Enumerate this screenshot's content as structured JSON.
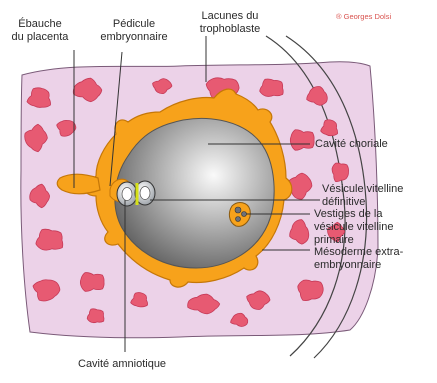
{
  "credit": "® Georges Dolsi",
  "labels": {
    "ebauche_placenta": [
      "Ébauche",
      "du placenta"
    ],
    "pedicule": [
      "Pédicule",
      "embryonnaire"
    ],
    "lacunes": [
      "Lacunes du",
      "trophoblaste"
    ],
    "cavite_choriale": [
      "Cavité choriale"
    ],
    "vesicule_definitive": [
      "Vésicule vitelline",
      "définitive"
    ],
    "vestiges": [
      "Vestiges de la",
      "vésicule vitelline",
      "primaire"
    ],
    "mesoderme": [
      "Mésoderme extra-",
      "embryonnaire"
    ],
    "cavite_amniotique": [
      "Cavité amniotique"
    ]
  },
  "colors": {
    "tissue": "#ecd2e8",
    "lacuna": "#e75a72",
    "lacuna_edge": "#c63a58",
    "mesoderm": "#f7a21b",
    "mesoderm_edge": "#c57708",
    "cavity": "#8a8a8a",
    "leader": "#333333"
  }
}
